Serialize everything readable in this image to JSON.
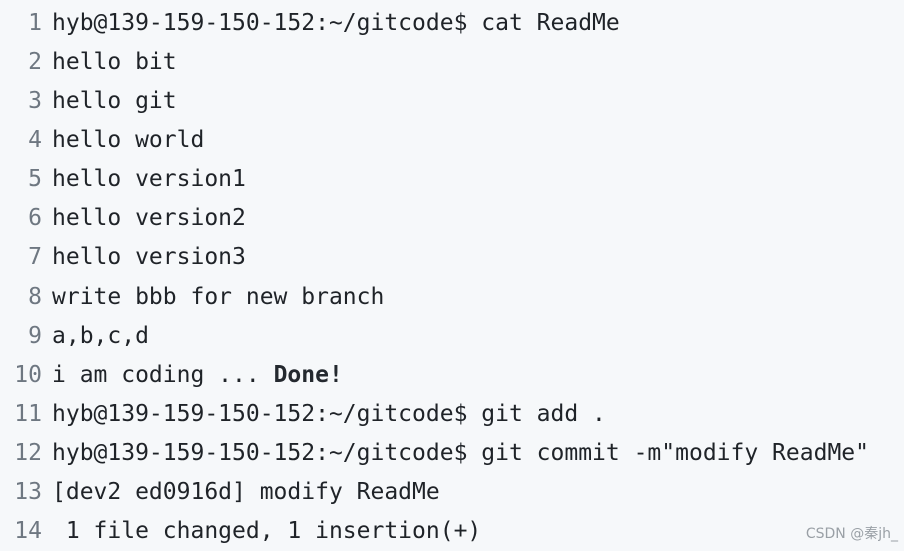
{
  "code_block": {
    "lines": [
      {
        "num": "1",
        "text": "hyb@139-159-150-152:~/gitcode$ cat ReadMe"
      },
      {
        "num": "2",
        "text": "hello bit"
      },
      {
        "num": "3",
        "text": "hello git"
      },
      {
        "num": "4",
        "text": "hello world"
      },
      {
        "num": "5",
        "text": "hello version1"
      },
      {
        "num": "6",
        "text": "hello version2"
      },
      {
        "num": "7",
        "text": "hello version3"
      },
      {
        "num": "8",
        "text": "write bbb for new branch"
      },
      {
        "num": "9",
        "text": "a,b,c,d"
      },
      {
        "num": "10",
        "text": "i am coding ... ",
        "bold": "Done!"
      },
      {
        "num": "11",
        "text": "hyb@139-159-150-152:~/gitcode$ git add ."
      },
      {
        "num": "12",
        "text": "hyb@139-159-150-152:~/gitcode$ git commit -m\"modify ReadMe\""
      },
      {
        "num": "13",
        "text": "[dev2 ed0916d] modify ReadMe"
      },
      {
        "num": "14",
        "text": " 1 file changed, 1 insertion(+)"
      }
    ]
  },
  "watermark": "CSDN @秦jh_"
}
